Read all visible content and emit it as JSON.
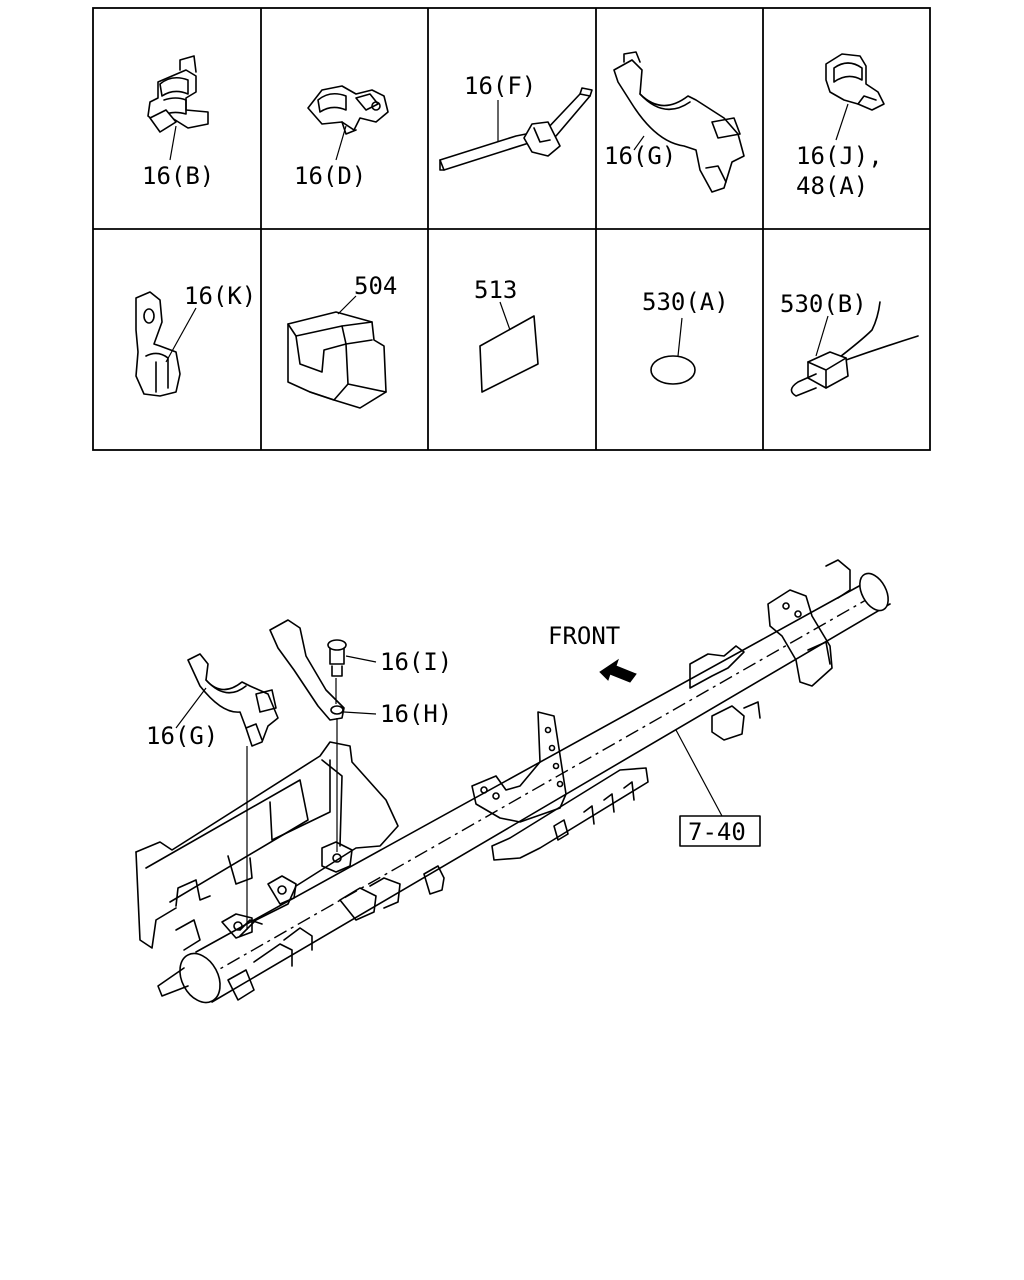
{
  "parts_table": {
    "cells": [
      {
        "label": "16(B)",
        "icon": "clip-b-icon"
      },
      {
        "label": "16(D)",
        "icon": "clip-d-icon"
      },
      {
        "label": "16(F)",
        "icon": "bracket-f-icon"
      },
      {
        "label": "16(G)",
        "icon": "clamp-g-icon"
      },
      {
        "label": "16(J),",
        "label2": "48(A)",
        "icon": "clip-j-icon"
      },
      {
        "label": "16(K)",
        "icon": "clip-k-icon"
      },
      {
        "label": "504",
        "icon": "pad-icon"
      },
      {
        "label": "513",
        "icon": "sheet-icon"
      },
      {
        "label": "530(A)",
        "icon": "oval-seal-icon"
      },
      {
        "label": "530(B)",
        "icon": "wire-clip-icon"
      }
    ]
  },
  "assembly": {
    "front_label": "FRONT",
    "callouts": {
      "g": "16(G)",
      "i": "16(I)",
      "h": "16(H)",
      "ref": "7-40"
    }
  }
}
